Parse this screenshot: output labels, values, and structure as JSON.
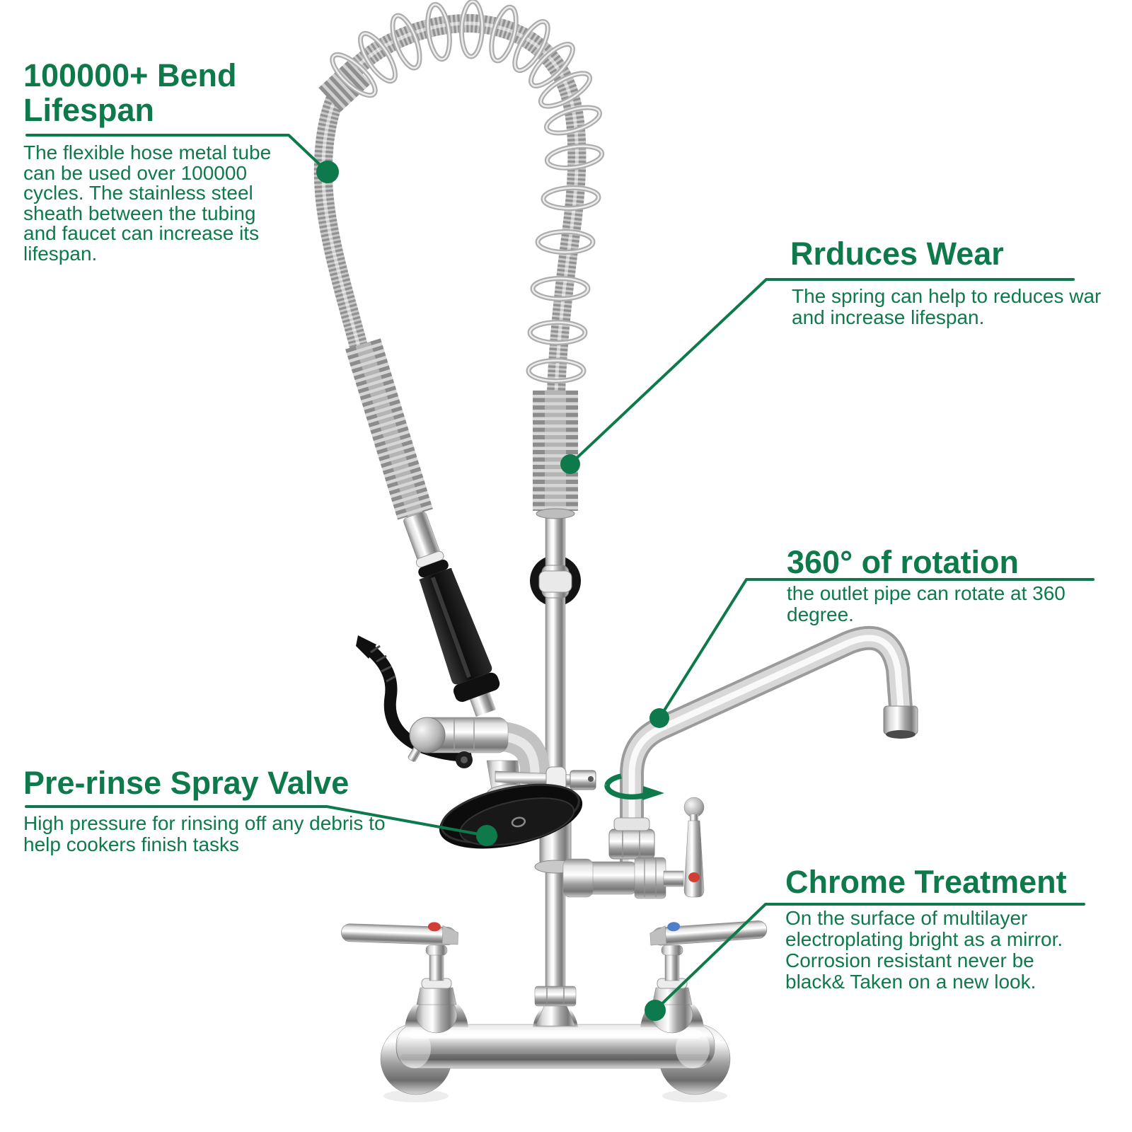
{
  "accent": {
    "green": "#0e7a4c",
    "hot_red": "#cf3f36",
    "cold_blue": "#4f7fc9"
  },
  "background": "#ffffff",
  "callouts": {
    "bend_lifespan": {
      "title": "100000+ Bend\nLifespan",
      "body": "The flexible hose metal tube\ncan be used over 100000\ncycles. The stainless steel\nsheath between the tubing\nand faucet can increase its\nlifespan."
    },
    "reduces_wear": {
      "title": "Rrduces Wear",
      "body": "The spring can help to reduces war\n and increase lifespan."
    },
    "rotation_360": {
      "title": "360° of rotation",
      "body": "the outlet pipe can rotate at 360 degree."
    },
    "pre_rinse": {
      "title": "Pre-rinse Spray Valve",
      "body": "High pressure for rinsing off any debris to\nhelp cookers finish tasks"
    },
    "chrome_treatment": {
      "title": "Chrome Treatment",
      "body": "On the surface of multilayer\nelectroplating bright as a mirror.\n Corrosion resistant never be\nblack& Taken on a new look."
    }
  },
  "icons": {
    "rotation_arrow": "360-rotation-arrow",
    "hot_indicator": "red-dot",
    "cold_indicator": "blue-dot",
    "callout_dot": "green-dot"
  }
}
